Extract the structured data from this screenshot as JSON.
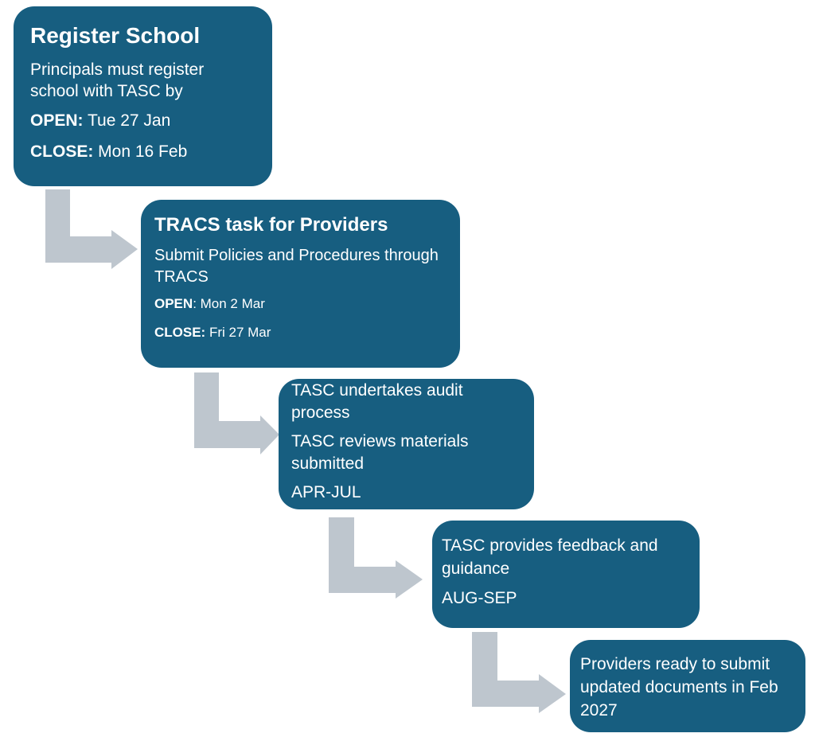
{
  "colors": {
    "box_fill": "#175e80",
    "box_text": "#ffffff",
    "arrow_fill": "#bec6ce",
    "background": "#ffffff"
  },
  "steps": [
    {
      "title": "Register School",
      "description": "Principals must register school with TASC by",
      "open_label": "OPEN:",
      "open_value": " Tue 27 Jan",
      "close_label": "CLOSE:",
      "close_value": " Mon 16 Feb"
    },
    {
      "title": "TRACS task for Providers",
      "description": "Submit Policies and Procedures through TRACS",
      "open_label": "OPEN",
      "open_value": ": Mon 2 Mar",
      "close_label": "CLOSE:",
      "close_value": " Fri 27 Mar"
    },
    {
      "line1": "TASC undertakes audit process",
      "line2": "TASC reviews materials submitted",
      "period": "APR-JUL"
    },
    {
      "line1": "TASC provides feedback and guidance",
      "period": "AUG-SEP"
    },
    {
      "line1": "Providers ready to submit updated documents in Feb 2027"
    }
  ],
  "arrows": [
    {
      "from": "Register School",
      "to": "TRACS task for Providers",
      "icon": "elbow-arrow-right"
    },
    {
      "from": "TRACS task for Providers",
      "to": "TASC undertakes audit process",
      "icon": "elbow-arrow-right"
    },
    {
      "from": "TASC undertakes audit process",
      "to": "TASC provides feedback and guidance",
      "icon": "elbow-arrow-right"
    },
    {
      "from": "TASC provides feedback and guidance",
      "to": "Providers ready to submit updated documents",
      "icon": "elbow-arrow-right"
    }
  ]
}
